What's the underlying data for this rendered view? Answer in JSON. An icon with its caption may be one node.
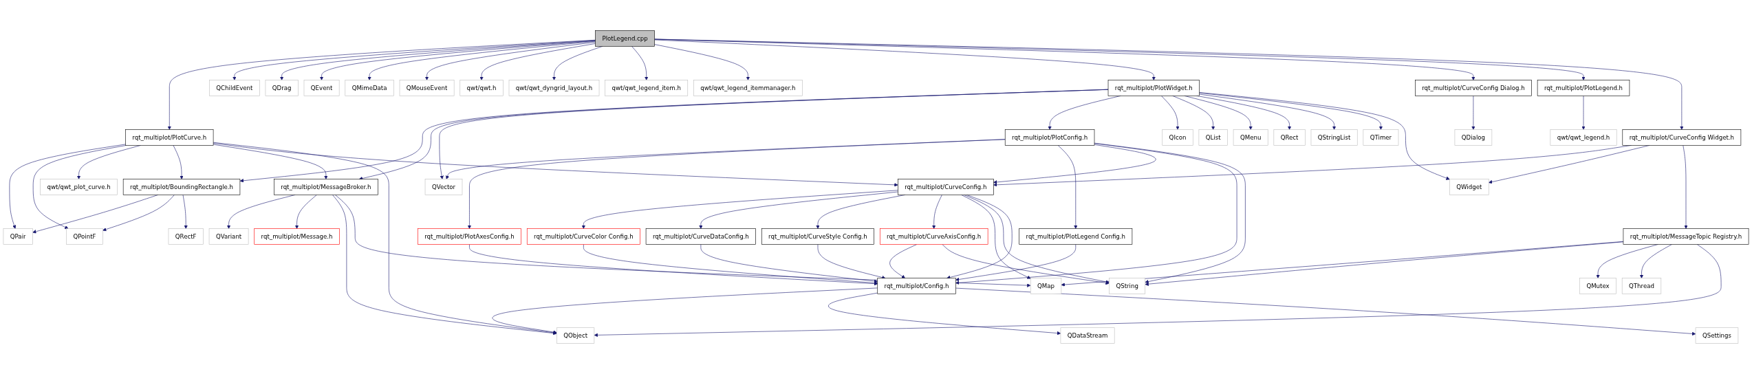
{
  "diagram": {
    "nodes": [
      {
        "text": [
          "PlotLegend.cpp"
        ]
      },
      {
        "text": [
          "QChildEvent"
        ]
      },
      {
        "text": [
          "QDrag"
        ]
      },
      {
        "text": [
          "QEvent"
        ]
      },
      {
        "text": [
          "QMimeData"
        ]
      },
      {
        "text": [
          "QMouseEvent"
        ]
      },
      {
        "text": [
          "qwt/qwt.h"
        ]
      },
      {
        "text": [
          "qwt/qwt_dyngrid_layout.h"
        ]
      },
      {
        "text": [
          "qwt/qwt_legend_item.h"
        ]
      },
      {
        "text": [
          "qwt/qwt_legend_itemmanager.h"
        ]
      },
      {
        "text": [
          "rqt_multiplot/PlotWidget.h"
        ]
      },
      {
        "text": [
          "rqt_multiplot/CurveConfig Dialog.h"
        ]
      },
      {
        "text": [
          "rqt_multiplot/PlotLegend.h"
        ]
      },
      {
        "text": [
          "rqt_multiplot/PlotCurve.h"
        ]
      },
      {
        "text": [
          "rqt_multiplot/PlotConfig.h"
        ]
      },
      {
        "text": [
          "QIcon"
        ]
      },
      {
        "text": [
          "QList"
        ]
      },
      {
        "text": [
          "QMenu"
        ]
      },
      {
        "text": [
          "QRect"
        ]
      },
      {
        "text": [
          "QStringList"
        ]
      },
      {
        "text": [
          "QTimer"
        ]
      },
      {
        "text": [
          "QDialog"
        ]
      },
      {
        "text": [
          "rqt_multiplot/CurveConfig Widget.h"
        ]
      },
      {
        "text": [
          "qwt/qwt_legend.h"
        ]
      },
      {
        "text": [
          "qwt/qwt_plot_curve.h"
        ]
      },
      {
        "text": [
          "rqt_multiplot/BoundingRectangle.h"
        ]
      },
      {
        "text": [
          "rqt_multiplot/MessageBroker.h"
        ]
      },
      {
        "text": [
          "QVector"
        ]
      },
      {
        "text": [
          "rqt_multiplot/PlotAxesConfig.h"
        ]
      },
      {
        "text": [
          "rqt_multiplot/PlotLegend Config.h"
        ]
      },
      {
        "text": [
          "rqt_multiplot/CurveConfig.h"
        ]
      },
      {
        "text": [
          "QWidget"
        ]
      },
      {
        "text": [
          "rqt_multiplot/MessageTopic Registry.h"
        ]
      },
      {
        "text": [
          "QPair"
        ]
      },
      {
        "text": [
          "QPointF"
        ]
      },
      {
        "text": [
          "QRectF"
        ]
      },
      {
        "text": [
          "QVariant"
        ]
      },
      {
        "text": [
          "rqt_multiplot/Message.h"
        ]
      },
      {
        "text": [
          "rqt_multiplot/CurveColor Config.h"
        ]
      },
      {
        "text": [
          "rqt_multiplot/CurveDataConfig.h"
        ]
      },
      {
        "text": [
          "rqt_multiplot/CurveStyle Config.h"
        ]
      },
      {
        "text": [
          "rqt_multiplot/CurveAxisConfig.h"
        ]
      },
      {
        "text": [
          "QMap"
        ]
      },
      {
        "text": [
          "QMutex"
        ]
      },
      {
        "text": [
          "QThread"
        ]
      },
      {
        "text": [
          "rqt_multiplot/Config.h"
        ]
      },
      {
        "text": [
          "QString"
        ]
      },
      {
        "text": [
          "QObject"
        ]
      },
      {
        "text": [
          "QDataStream"
        ]
      },
      {
        "text": [
          "QSettings"
        ]
      }
    ],
    "edges": [
      {
        "from": 0,
        "to": 13,
        "arrow": "to"
      },
      {
        "from": 0,
        "to": 1,
        "arrow": "to"
      },
      {
        "from": 0,
        "to": 2,
        "arrow": "to"
      },
      {
        "from": 0,
        "to": 3,
        "arrow": "to"
      },
      {
        "from": 0,
        "to": 4,
        "arrow": "to"
      },
      {
        "from": 0,
        "to": 5,
        "arrow": "to"
      },
      {
        "from": 0,
        "to": 6,
        "arrow": "to"
      },
      {
        "from": 0,
        "to": 7,
        "arrow": "to"
      },
      {
        "from": 0,
        "to": 8,
        "arrow": "to"
      },
      {
        "from": 0,
        "to": 9,
        "arrow": "to"
      },
      {
        "from": 0,
        "to": 10,
        "arrow": "to"
      },
      {
        "from": 0,
        "to": 11,
        "arrow": "to"
      },
      {
        "from": 0,
        "to": 12,
        "arrow": "to"
      },
      {
        "from": 0,
        "to": 22,
        "arrow": "to"
      },
      {
        "from": 13,
        "to": 33,
        "arrow": "to"
      },
      {
        "from": 13,
        "to": 34,
        "arrow": "to"
      },
      {
        "from": 13,
        "to": 24,
        "arrow": "to"
      },
      {
        "from": 13,
        "to": 25,
        "arrow": "to"
      },
      {
        "from": 13,
        "to": 26,
        "arrow": "to"
      },
      {
        "from": 13,
        "to": 30,
        "arrow": "to"
      },
      {
        "from": 13,
        "to": 47,
        "arrow": "to"
      },
      {
        "from": 10,
        "to": 25,
        "arrow": "to"
      },
      {
        "from": 10,
        "to": 26,
        "arrow": "to"
      },
      {
        "from": 10,
        "to": 27,
        "arrow": "to"
      },
      {
        "from": 10,
        "to": 14,
        "arrow": "to"
      },
      {
        "from": 10,
        "to": 15,
        "arrow": "to"
      },
      {
        "from": 10,
        "to": 16,
        "arrow": "to"
      },
      {
        "from": 10,
        "to": 17,
        "arrow": "to"
      },
      {
        "from": 10,
        "to": 18,
        "arrow": "to"
      },
      {
        "from": 10,
        "to": 19,
        "arrow": "to"
      },
      {
        "from": 10,
        "to": 20,
        "arrow": "to"
      },
      {
        "from": 10,
        "to": 31,
        "arrow": "to"
      },
      {
        "from": 11,
        "to": 21,
        "arrow": "to"
      },
      {
        "from": 12,
        "to": 23,
        "arrow": "to"
      },
      {
        "from": 14,
        "to": 27,
        "arrow": "to"
      },
      {
        "from": 14,
        "to": 28,
        "arrow": "to"
      },
      {
        "from": 14,
        "to": 29,
        "arrow": "to"
      },
      {
        "from": 14,
        "to": 30,
        "arrow": "to"
      },
      {
        "from": 14,
        "to": 45,
        "arrow": "to"
      },
      {
        "from": 14,
        "to": 46,
        "arrow": "to"
      },
      {
        "from": 22,
        "to": 30,
        "arrow": "to"
      },
      {
        "from": 22,
        "to": 31,
        "arrow": "to"
      },
      {
        "from": 22,
        "to": 32,
        "arrow": "to"
      },
      {
        "from": 25,
        "to": 33,
        "arrow": "to"
      },
      {
        "from": 25,
        "to": 34,
        "arrow": "to"
      },
      {
        "from": 25,
        "to": 35,
        "arrow": "to"
      },
      {
        "from": 26,
        "to": 36,
        "arrow": "to"
      },
      {
        "from": 26,
        "to": 37,
        "arrow": "to"
      },
      {
        "from": 26,
        "to": 47,
        "arrow": "to"
      },
      {
        "from": 26,
        "to": 42,
        "arrow": "to"
      },
      {
        "from": 28,
        "to": 45,
        "arrow": "to"
      },
      {
        "from": 29,
        "to": 45,
        "arrow": "to"
      },
      {
        "from": 30,
        "to": 38,
        "arrow": "to"
      },
      {
        "from": 30,
        "to": 39,
        "arrow": "to"
      },
      {
        "from": 30,
        "to": 40,
        "arrow": "to"
      },
      {
        "from": 30,
        "to": 41,
        "arrow": "to"
      },
      {
        "from": 30,
        "to": 42,
        "arrow": "to"
      },
      {
        "from": 30,
        "to": 46,
        "arrow": "to"
      },
      {
        "from": 30,
        "to": 45,
        "arrow": "to"
      },
      {
        "from": 32,
        "to": 42,
        "arrow": "to"
      },
      {
        "from": 32,
        "to": 46,
        "arrow": "to"
      },
      {
        "from": 32,
        "to": 43,
        "arrow": "to"
      },
      {
        "from": 32,
        "to": 44,
        "arrow": "to"
      },
      {
        "from": 32,
        "to": 47,
        "arrow": "to"
      },
      {
        "from": 38,
        "to": 45,
        "arrow": "to"
      },
      {
        "from": 39,
        "to": 45,
        "arrow": "to"
      },
      {
        "from": 40,
        "to": 45,
        "arrow": "to"
      },
      {
        "from": 41,
        "to": 45,
        "arrow": "to"
      },
      {
        "from": 41,
        "to": 46,
        "arrow": "to"
      },
      {
        "from": 45,
        "to": 47,
        "arrow": "to"
      },
      {
        "from": 45,
        "to": 48,
        "arrow": "to"
      },
      {
        "from": 45,
        "to": 49,
        "arrow": "to"
      }
    ]
  }
}
